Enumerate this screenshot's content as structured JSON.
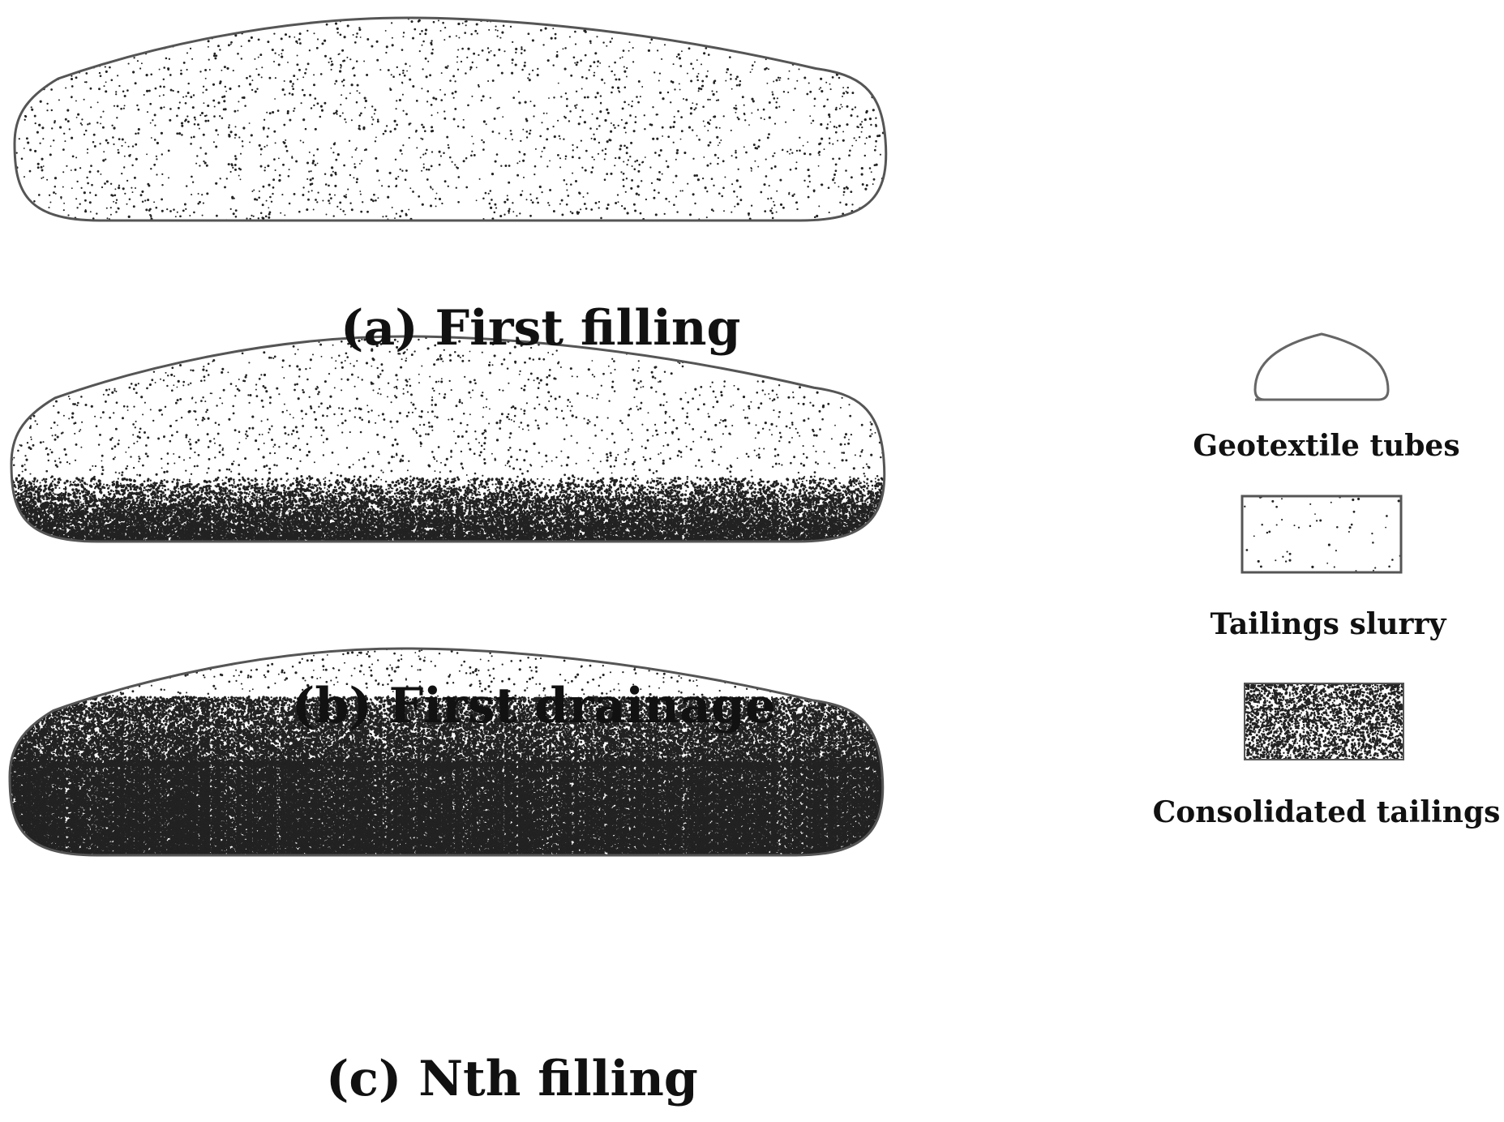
{
  "panels": [
    {
      "id": "a",
      "caption": "(a)  First filling"
    },
    {
      "id": "b",
      "caption": "(b)  First drainage"
    },
    {
      "id": "c",
      "caption": "(c) Nth filling"
    }
  ],
  "legend": {
    "tube_label": "Geotextile tubes",
    "slurry_label": "Tailings slurry",
    "consolidated_label": "Consolidated tailings"
  },
  "colors": {
    "outline": "#555555",
    "dots": "#222222",
    "text": "#111111"
  }
}
